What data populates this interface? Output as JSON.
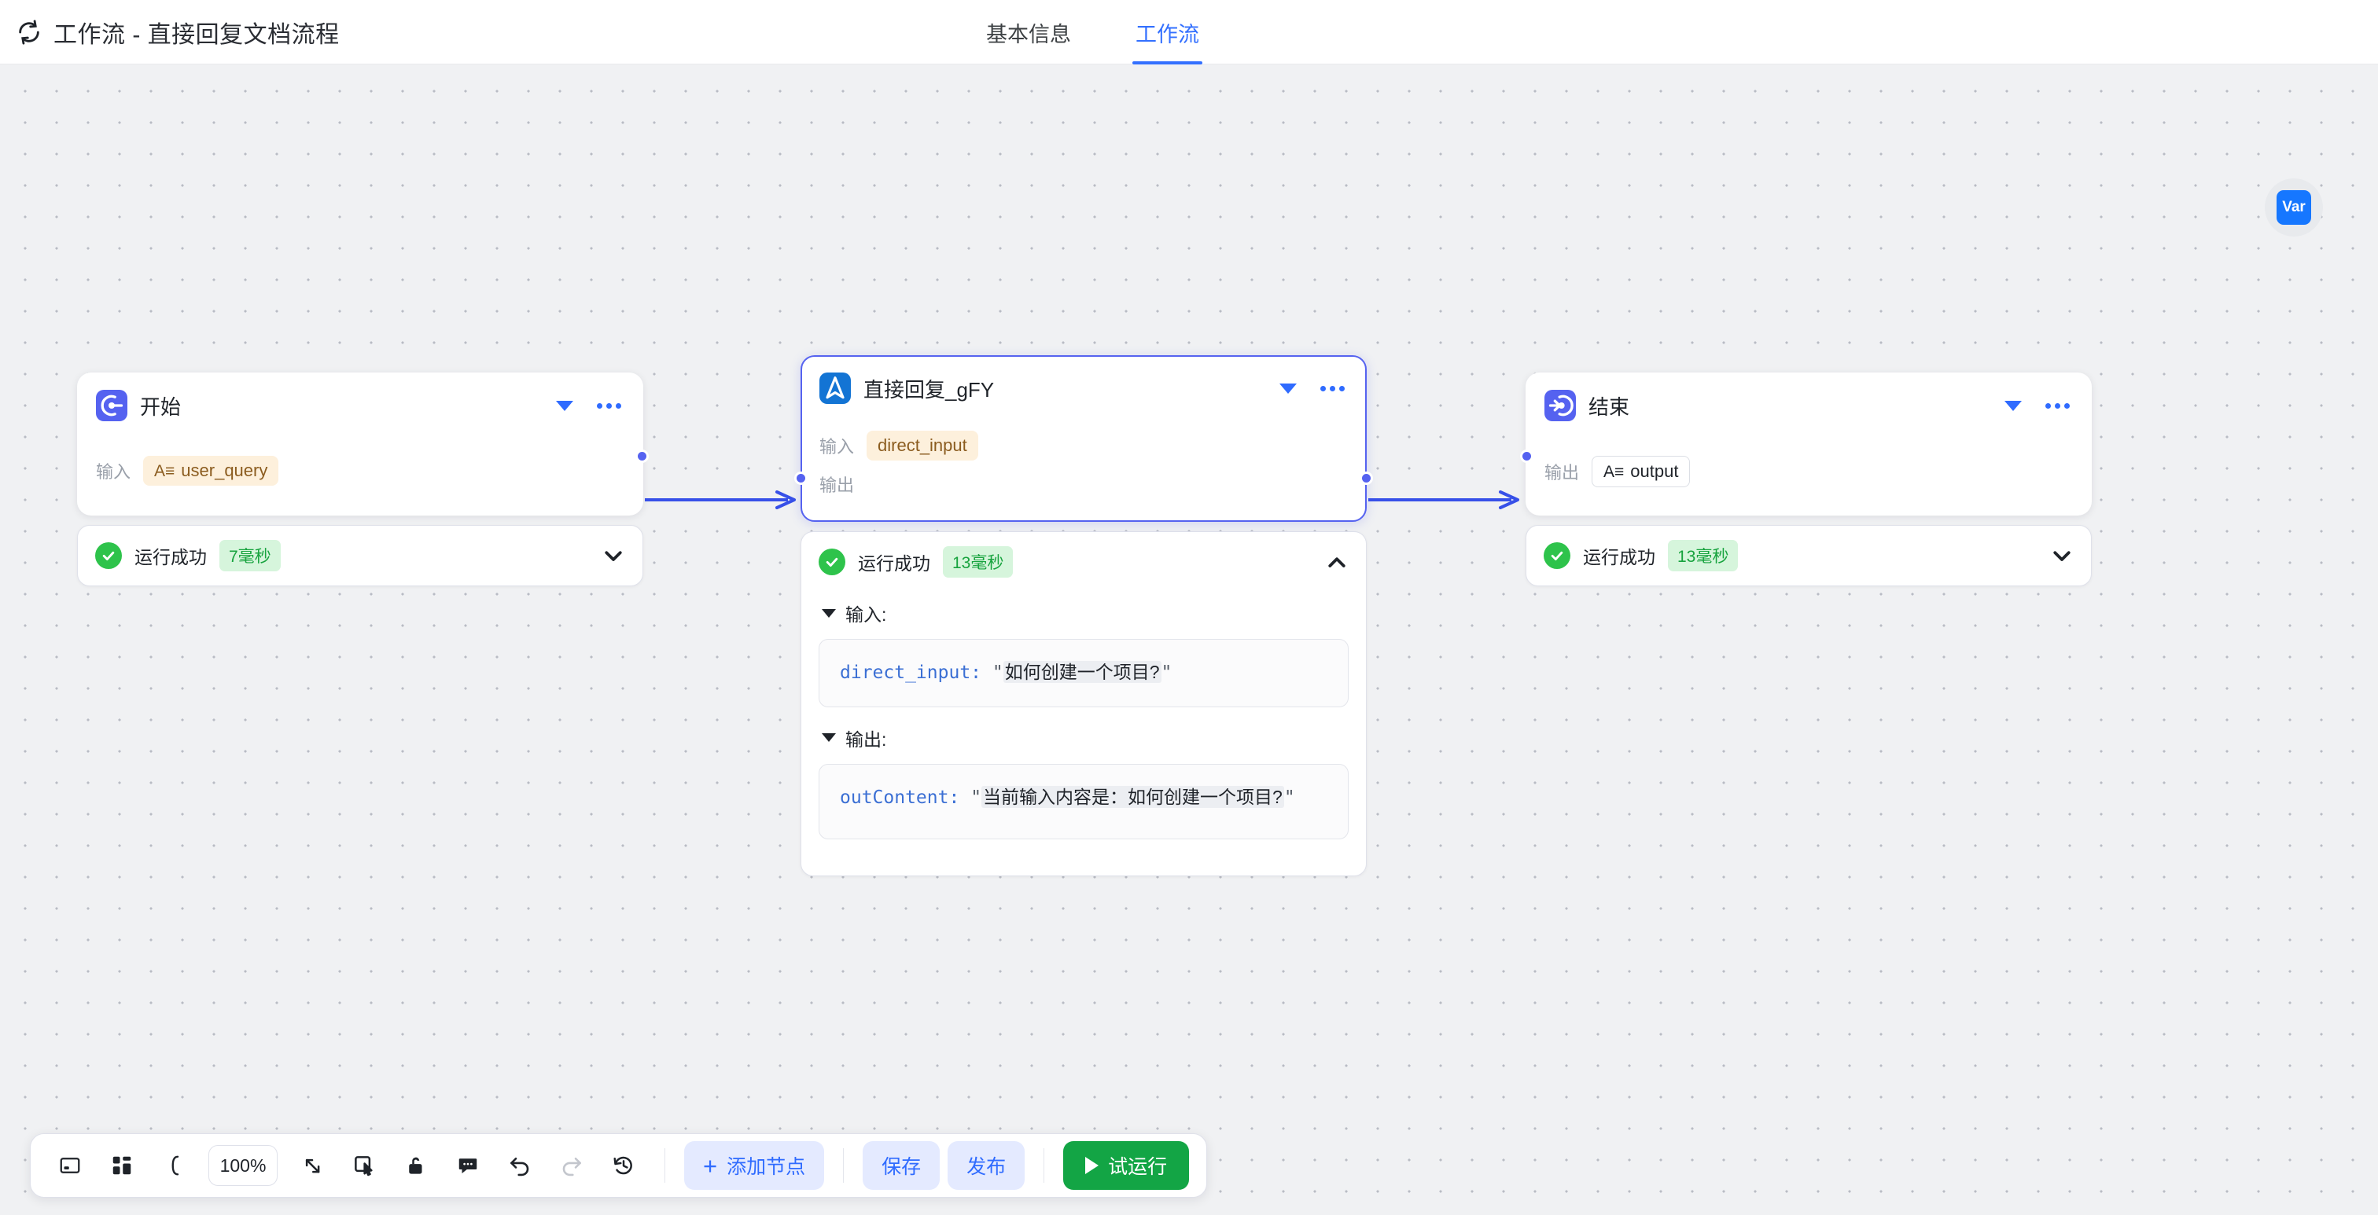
{
  "header": {
    "refresh_icon": "refresh-loop-icon",
    "title": "工作流 - 直接回复文档流程",
    "tabs": [
      {
        "label": "基本信息",
        "active": false
      },
      {
        "label": "工作流",
        "active": true
      }
    ]
  },
  "canvas": {
    "var_button": {
      "label": "Var"
    }
  },
  "nodes": {
    "start": {
      "icon": "start-node-icon",
      "title": "开始",
      "caret_icon": "caret-down-icon",
      "more_icon": "more-dots-icon",
      "input_label": "输入",
      "input_chip": {
        "type_icon": "A≡",
        "name": "user_query"
      },
      "status": {
        "icon": "success-check-icon",
        "text": "运行成功",
        "duration": "7毫秒",
        "chevron": "chevron-down-icon",
        "expanded": false
      }
    },
    "reply": {
      "icon": "direct-reply-node-icon",
      "title": "直接回复_gFY",
      "caret_icon": "caret-down-icon",
      "more_icon": "more-dots-icon",
      "input_label": "输入",
      "input_chip": {
        "name": "direct_input"
      },
      "output_label": "输出",
      "status": {
        "icon": "success-check-icon",
        "text": "运行成功",
        "duration": "13毫秒",
        "chevron": "chevron-up-icon",
        "expanded": true
      },
      "run_detail": {
        "input_section_title": "输入:",
        "input_key": "direct_input:",
        "input_quote_open": "\"",
        "input_value": "如何创建一个项目?",
        "input_quote_close": "\"",
        "output_section_title": "输出:",
        "output_key": "outContent:",
        "output_quote_open": "\"",
        "output_value": "当前输入内容是：如何创建一个项目?",
        "output_quote_close": "\""
      }
    },
    "end": {
      "icon": "end-node-icon",
      "title": "结束",
      "caret_icon": "caret-down-icon",
      "more_icon": "more-dots-icon",
      "output_label": "输出",
      "output_chip": {
        "type_icon": "A≡",
        "name": "output"
      },
      "status": {
        "icon": "success-check-icon",
        "text": "运行成功",
        "duration": "13毫秒",
        "chevron": "chevron-down-icon",
        "expanded": false
      }
    }
  },
  "toolbar": {
    "icons": [
      {
        "name": "minimap-icon"
      },
      {
        "name": "layout-grid-icon"
      },
      {
        "name": "curve-edge-icon"
      }
    ],
    "zoom_level": "100%",
    "icons_right": [
      {
        "name": "fit-view-icon"
      },
      {
        "name": "select-tool-icon"
      },
      {
        "name": "unlock-icon"
      },
      {
        "name": "comment-icon"
      },
      {
        "name": "undo-icon"
      },
      {
        "name": "redo-icon"
      },
      {
        "name": "history-icon"
      }
    ],
    "add_node_label": "添加节点",
    "save_label": "保存",
    "publish_label": "发布",
    "test_run_label": "试运行"
  },
  "colors": {
    "accent_blue": "#3370ff",
    "node_purple": "#5562f0",
    "reply_blue": "#1374d4",
    "success_green": "#2ec34b",
    "run_green": "#13a545",
    "chip_tan_bg": "#fdf0dc",
    "chip_tan_text": "#8b5c1f",
    "canvas_bg": "#f0f1f3"
  }
}
